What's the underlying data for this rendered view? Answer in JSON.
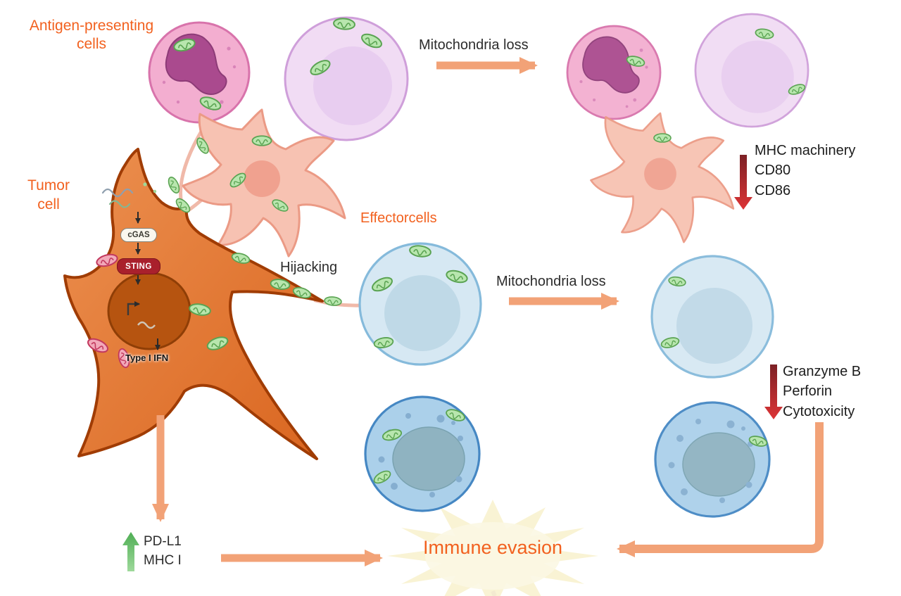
{
  "diagram": {
    "apc_label": "Antigen-presenting\ncells",
    "tumor_label": "Tumor\ncell",
    "effector_label": "Effectorcells",
    "hijacking": "Hijacking",
    "mitochondria_loss_top": "Mitochondria loss",
    "mitochondria_loss_effector": "Mitochondria loss",
    "apc_downregulated": "MHC machinery\nCD80\nCD86",
    "effector_downregulated": "Granzyme B\nPerforin\nCytotoxicity",
    "tumor_upregulated": "PD-L1\nMHC I",
    "immune_evasion": "Immune evasion",
    "pathway": {
      "cgas": "cGAS",
      "sting": "STING",
      "type_i_ifn": "Type I IFN"
    },
    "colors": {
      "label_orange": "#f2611f",
      "arrow_orange": "#f2a277",
      "downregulation_red": "#c22c30",
      "upregulation_green": "#58b358",
      "tumor_fill": "#df6f2c",
      "mitochondrion_green": "#b8e6ae",
      "mitochondrion_red": "#f2a9b9",
      "burst_cream": "#f8f1cd"
    }
  }
}
